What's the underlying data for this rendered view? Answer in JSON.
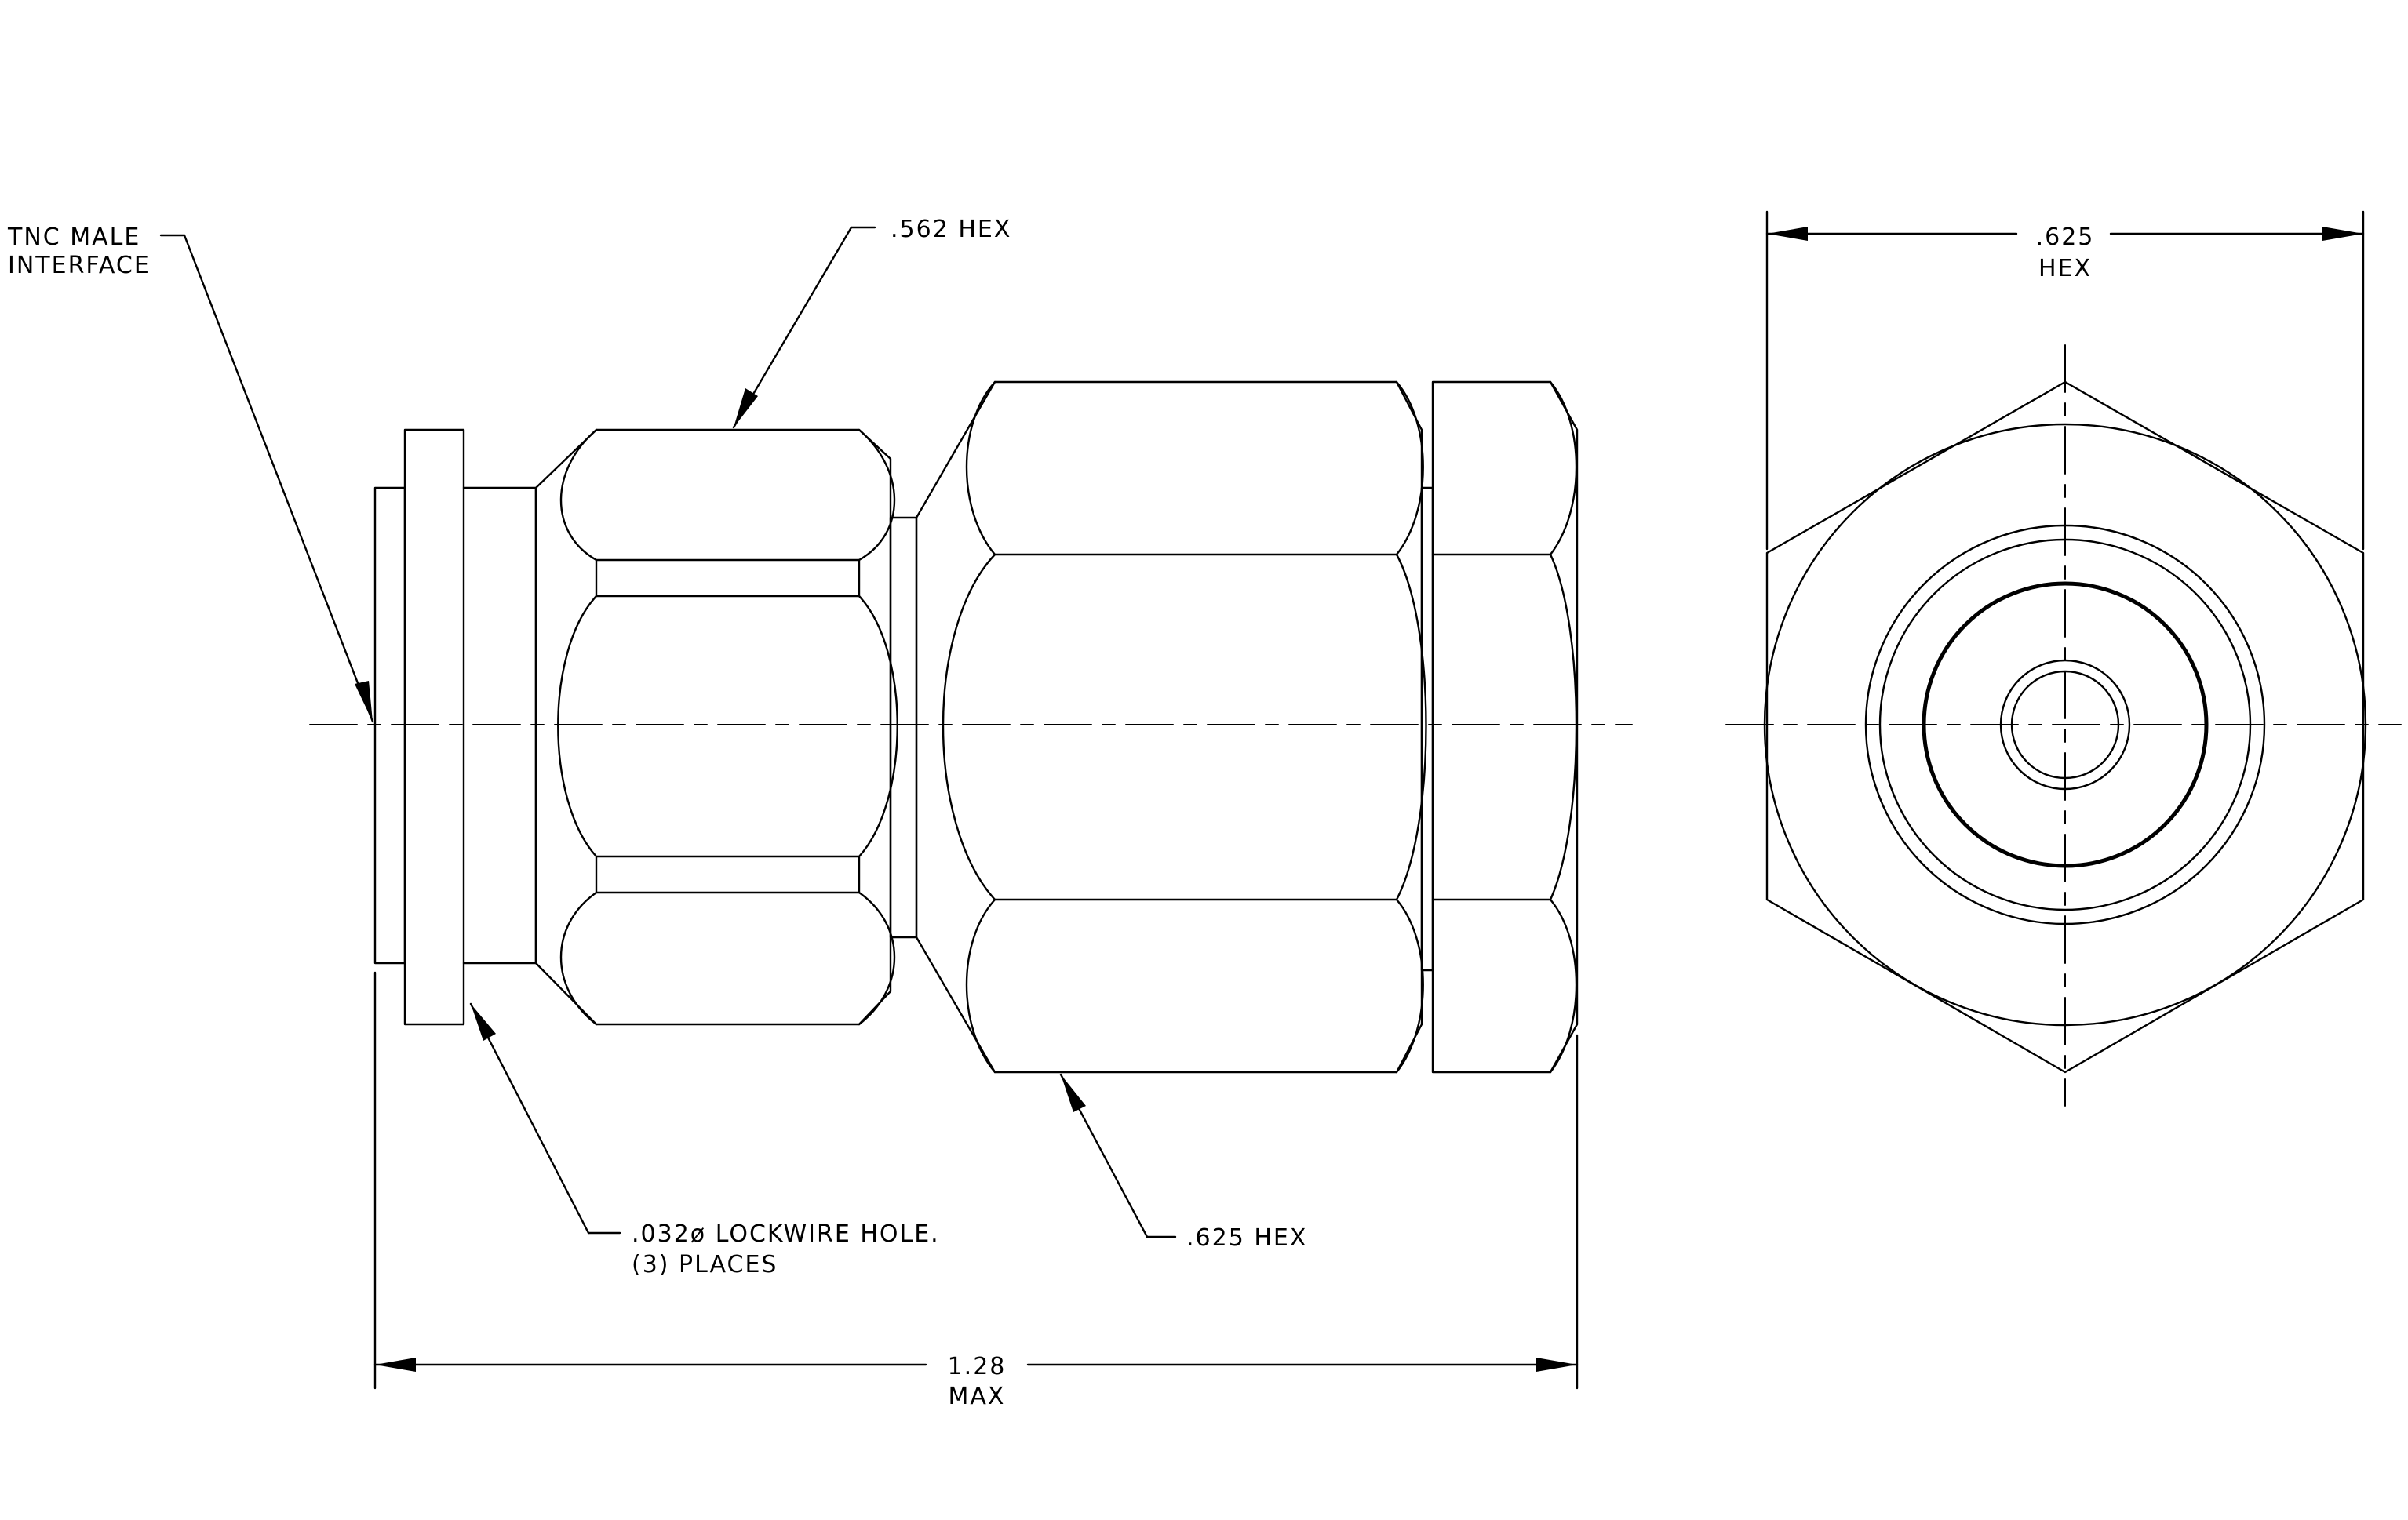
{
  "labels": {
    "tnc_interface": [
      "TNC MALE",
      "INTERFACE"
    ],
    "hex_562": ".562 HEX",
    "lockwire": [
      ".032ø LOCKWIRE HOLE.",
      "(3) PLACES"
    ],
    "hex_625_side": ".625 HEX",
    "overall_length": [
      "1.28",
      "MAX"
    ],
    "hex_625_end": [
      ".625",
      "HEX"
    ]
  },
  "colors": {
    "line": "#000000",
    "background": "#ffffff"
  }
}
